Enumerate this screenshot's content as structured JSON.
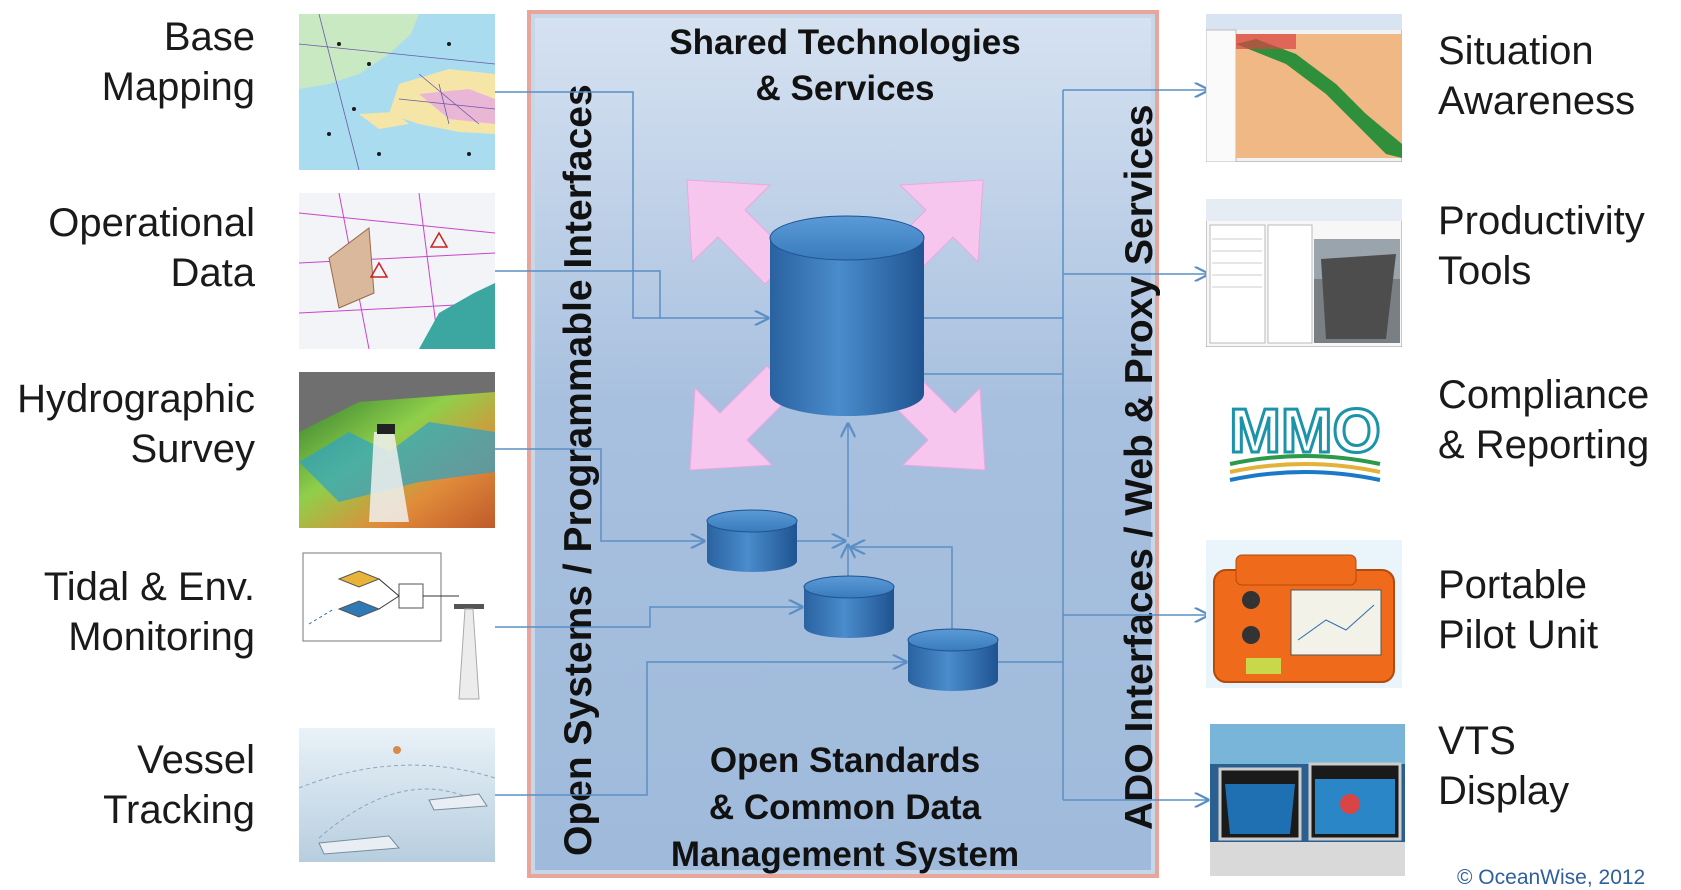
{
  "sources": [
    {
      "lines": [
        "Base",
        "Mapping"
      ]
    },
    {
      "lines": [
        "Operational",
        "Data"
      ]
    },
    {
      "lines": [
        "Hydrographic",
        "Survey"
      ]
    },
    {
      "lines": [
        "Tidal & Env.",
        "Monitoring"
      ]
    },
    {
      "lines": [
        "Vessel",
        "Tracking"
      ]
    }
  ],
  "outputs": [
    {
      "lines": [
        "Situation",
        "Awareness"
      ]
    },
    {
      "lines": [
        "Productivity",
        "Tools"
      ]
    },
    {
      "lines": [
        "Compliance",
        "& Reporting"
      ]
    },
    {
      "lines": [
        "Portable",
        "Pilot Unit"
      ]
    },
    {
      "lines": [
        "VTS",
        "Display"
      ]
    }
  ],
  "panel": {
    "top_title": [
      "Shared Technologies",
      "& Services"
    ],
    "bottom_title": [
      "Open Standards",
      "& Common Data",
      "Management System"
    ],
    "left_vertical": "Open Systems / Programmable Interfaces",
    "right_vertical": "ADO Interfaces / Web & Proxy Services"
  },
  "logo_text": "MMO",
  "copyright": "© OceanWise, 2012",
  "colors": {
    "cylinder": "#2f6fae",
    "arrow_pink": "#f6c6ee",
    "panel_border": "#e8a59b",
    "connector": "#5b8fc4"
  }
}
